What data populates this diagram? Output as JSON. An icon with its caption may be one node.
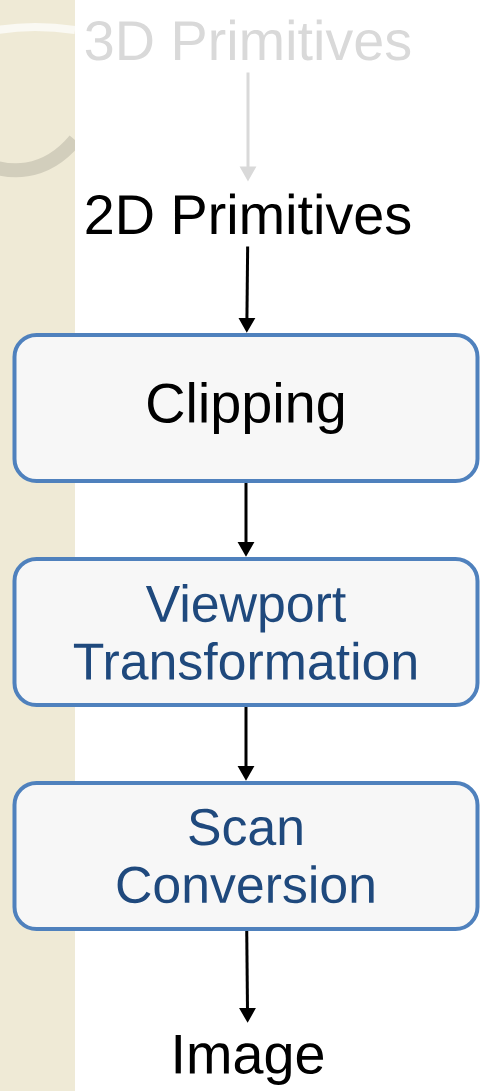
{
  "diagram": {
    "nodes": [
      {
        "text": [
          "3D Primitives"
        ]
      },
      {
        "text": [
          "2D Primitives"
        ]
      },
      {
        "text": [
          "Clipping"
        ]
      },
      {
        "text": [
          "Viewport Transformation"
        ]
      },
      {
        "text": [
          "Scan Conversion"
        ]
      },
      {
        "text": [
          "Image"
        ]
      }
    ],
    "edges": [
      {
        "from": 0,
        "to": 1,
        "arrow": "to",
        "color": "#d9d9d9"
      },
      {
        "from": 1,
        "to": 2,
        "arrow": "to"
      },
      {
        "from": 2,
        "to": 3,
        "arrow": "to"
      },
      {
        "from": 3,
        "to": 4,
        "arrow": "to"
      },
      {
        "from": 4,
        "to": 5,
        "arrow": "to"
      }
    ]
  }
}
